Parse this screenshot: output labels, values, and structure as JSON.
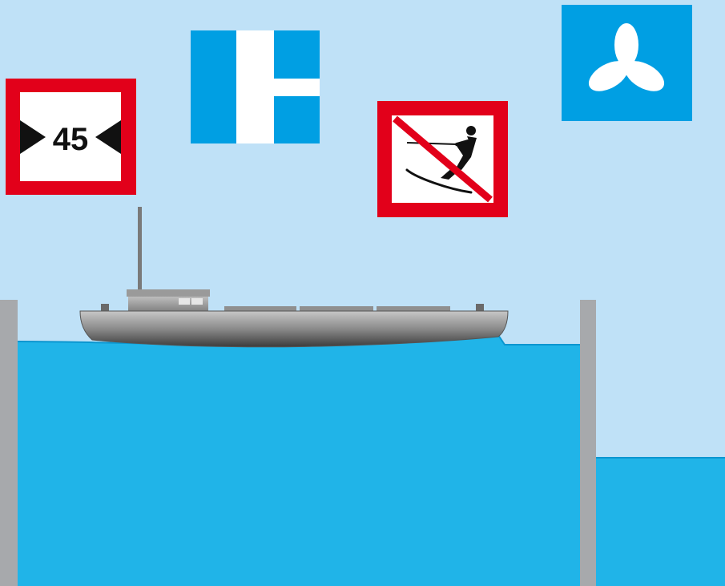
{
  "scene": {
    "type": "canal lock illustration",
    "colors": {
      "sky": "#bfe1f7",
      "water": "#20b4e8",
      "wall": "#a7a9ac",
      "sign_red": "#e2001a",
      "sign_blue": "#009fe3",
      "sign_white": "#ffffff",
      "ship_hull": "#8c8c8c",
      "black": "#111111"
    }
  },
  "signs": {
    "width_limit": {
      "icon": "width-limit-sign",
      "value": "45"
    },
    "lock_barrier": {
      "icon": "lock-gate-sign"
    },
    "no_water_skiing": {
      "icon": "no-water-skiing-sign"
    },
    "motor_vessels": {
      "icon": "propeller-sign"
    }
  },
  "ship": {
    "icon": "cargo-barge"
  }
}
